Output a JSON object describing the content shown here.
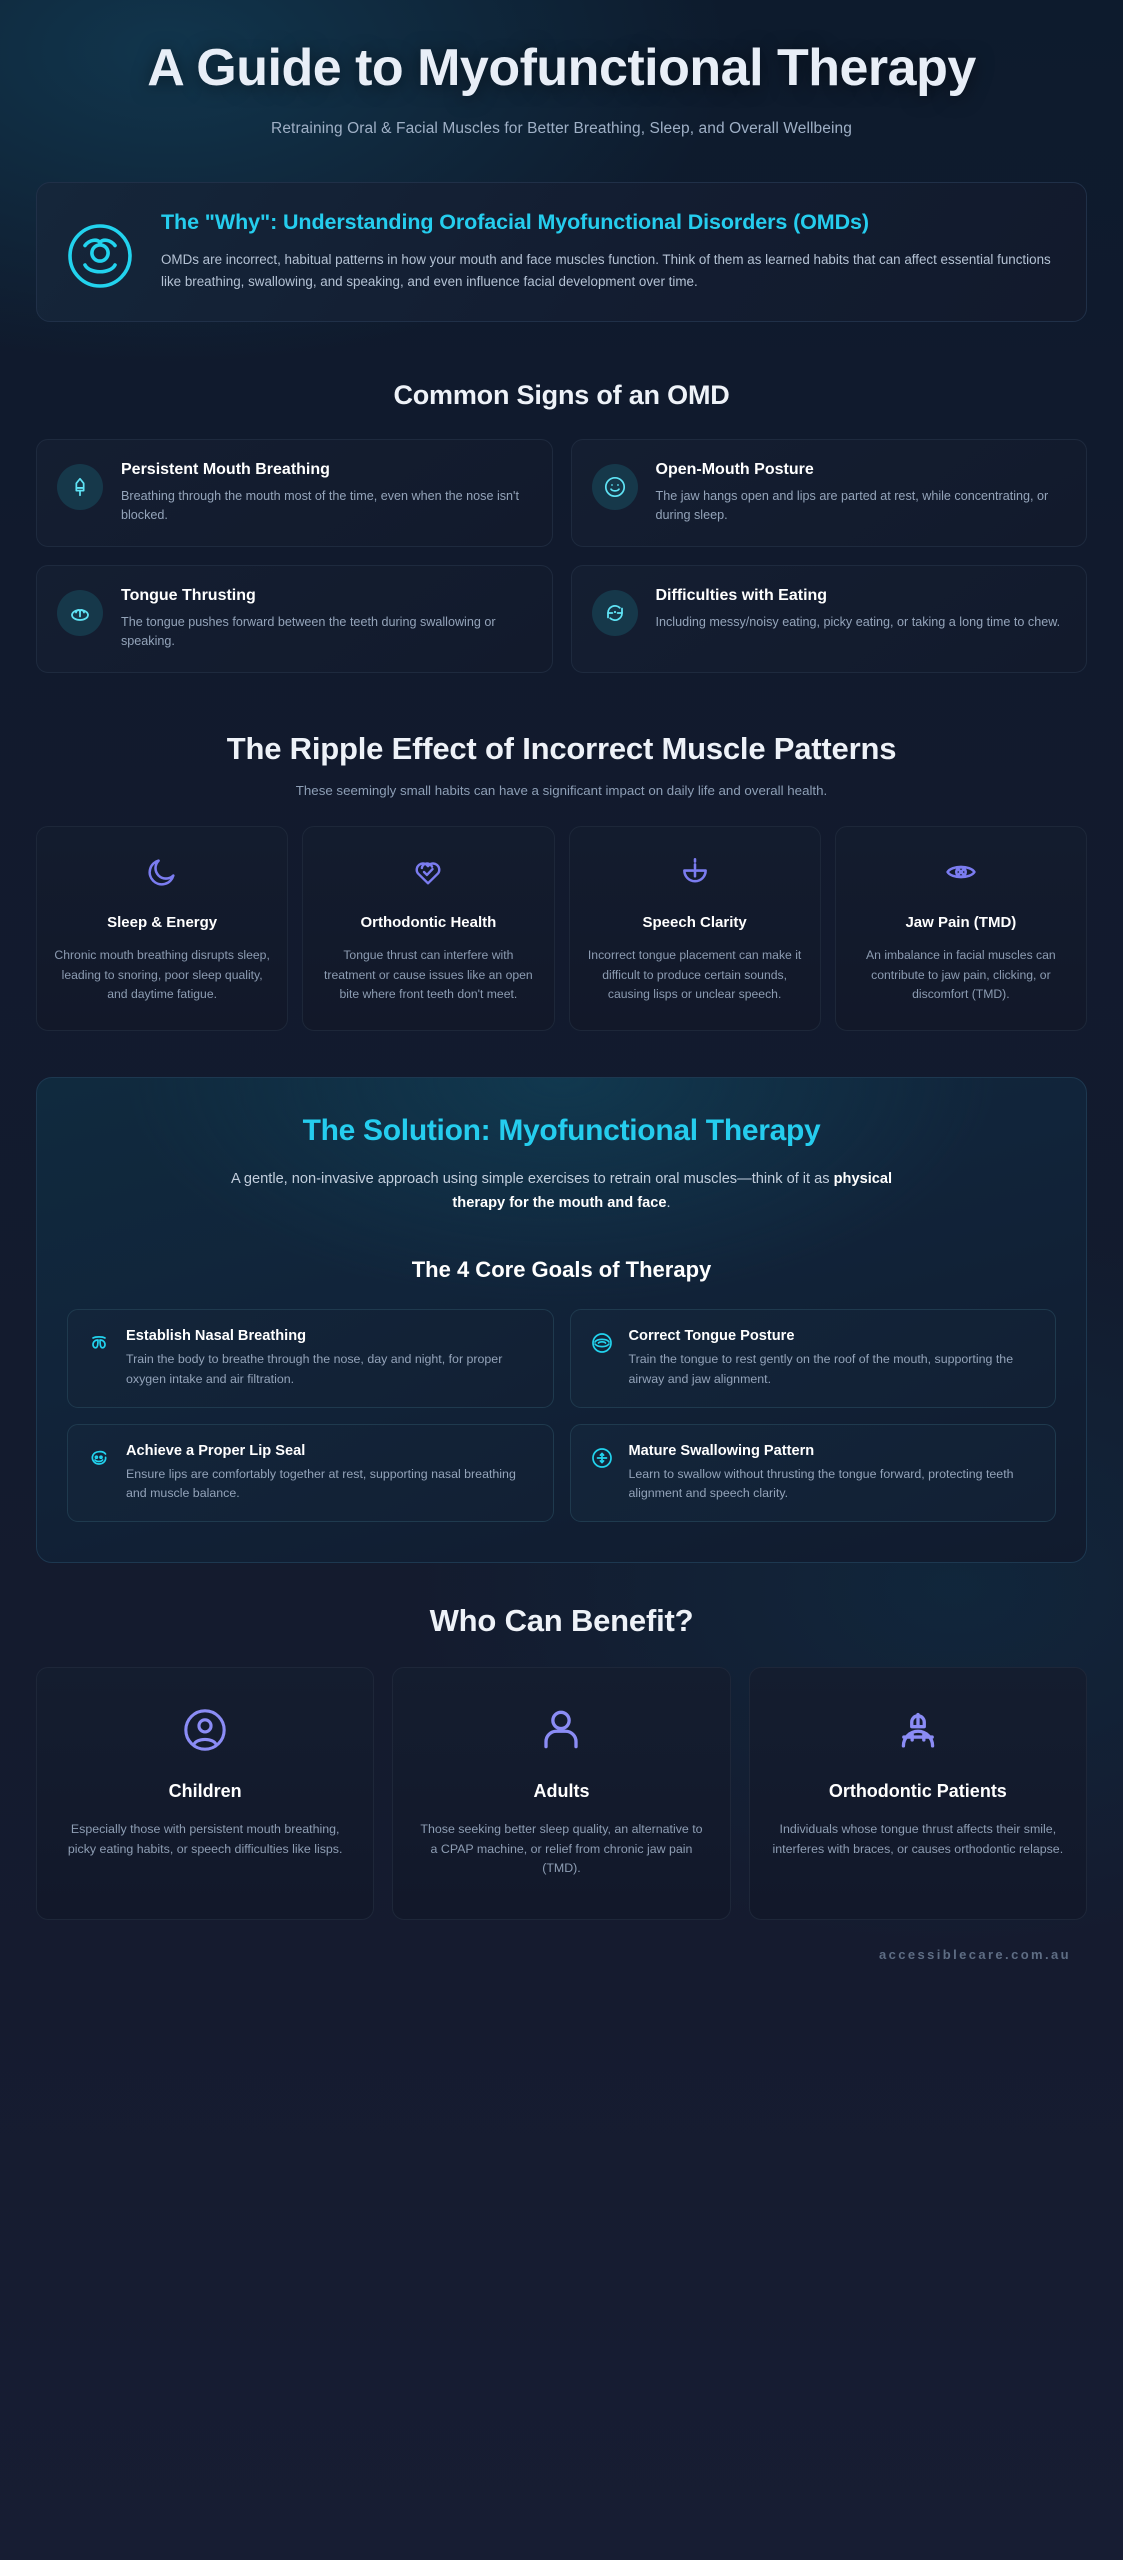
{
  "hero": {
    "title": "A Guide to Myofunctional Therapy",
    "subtitle": "Retraining Oral & Facial Muscles for Better Breathing, Sleep, and Overall Wellbeing"
  },
  "why": {
    "icon": "face-in-circle-icon",
    "title": "The \"Why\": Understanding Orofacial Myofunctional Disorders (OMDs)",
    "text": "OMDs are incorrect, habitual patterns in how your mouth and face muscles function. Think of them as learned habits that can affect essential functions like breathing, swallowing, and speaking, and even influence facial development over time.",
    "accent": "#25cdee"
  },
  "signs": {
    "heading": "Common Signs of an OMD",
    "items": [
      {
        "icon": "nose-breathing-icon",
        "title": "Persistent Mouth Breathing",
        "text": "Breathing through the mouth most of the time, even when the nose isn't blocked."
      },
      {
        "icon": "open-mouth-smiley-icon",
        "title": "Open-Mouth Posture",
        "text": "The jaw hangs open and lips are parted at rest, while concentrating, or during sleep."
      },
      {
        "icon": "tongue-icon",
        "title": "Tongue Thrusting",
        "text": "The tongue pushes forward between the teeth during swallowing or speaking."
      },
      {
        "icon": "refresh-chew-icon",
        "title": "Difficulties with Eating",
        "text": "Including messy/noisy eating, picky eating, or taking a long time to chew."
      }
    ]
  },
  "ripple": {
    "heading": "The Ripple Effect of Incorrect Muscle Patterns",
    "subheading": "These seemingly small habits can have a significant impact on daily life and overall health.",
    "accent": "#7b7cf0",
    "items": [
      {
        "icon": "moon-icon",
        "title": "Sleep & Energy",
        "text": "Chronic mouth breathing disrupts sleep, leading to snoring, poor sleep quality, and daytime fatigue."
      },
      {
        "icon": "heart-check-icon",
        "title": "Orthodontic Health",
        "text": "Tongue thrust can interfere with treatment or cause issues like an open bite where front teeth don't meet."
      },
      {
        "icon": "speech-bowl-icon",
        "title": "Speech Clarity",
        "text": "Incorrect tongue placement can make it difficult to produce certain sounds, causing lisps or unclear speech."
      },
      {
        "icon": "eye-target-icon",
        "title": "Jaw Pain (TMD)",
        "text": "An imbalance in facial muscles can contribute to jaw pain, clicking, or discomfort (TMD)."
      }
    ]
  },
  "solution": {
    "title": "The Solution: Myofunctional Therapy",
    "lead_plain_1": "A gentle, non-invasive approach using simple exercises to retrain oral muscles—think of it as ",
    "lead_bold": "physical therapy for the mouth and face",
    "lead_plain_2": ".",
    "goals_heading": "The 4 Core Goals of Therapy",
    "accent": "#25cdee",
    "goals": [
      {
        "icon": "nose-icon",
        "title": "Establish Nasal Breathing",
        "text": "Train the body to breathe through the nose, day and night, for proper oxygen intake and air filtration."
      },
      {
        "icon": "tongue-roof-icon",
        "title": "Correct Tongue Posture",
        "text": "Train the tongue to rest gently on the roof of the mouth, supporting the airway and jaw alignment."
      },
      {
        "icon": "lips-seal-icon",
        "title": "Achieve a Proper Lip Seal",
        "text": "Ensure lips are comfortably together at rest, supporting nasal breathing and muscle balance."
      },
      {
        "icon": "swallow-arrows-icon",
        "title": "Mature Swallowing Pattern",
        "text": "Learn to swallow without thrusting the tongue forward, protecting teeth alignment and speech clarity."
      }
    ]
  },
  "benefit": {
    "heading": "Who Can Benefit?",
    "accent": "#8b8cf5",
    "items": [
      {
        "icon": "child-avatar-icon",
        "title": "Children",
        "text": "Especially those with persistent mouth breathing, picky eating habits, or speech difficulties like lisps."
      },
      {
        "icon": "adult-avatar-icon",
        "title": "Adults",
        "text": "Those seeking better sleep quality, an alternative to a CPAP machine, or relief from chronic jaw pain (TMD)."
      },
      {
        "icon": "braces-patient-icon",
        "title": "Orthodontic Patients",
        "text": "Individuals whose tongue thrust affects their smile, interferes with braces, or causes orthodontic relapse."
      }
    ]
  },
  "footer": {
    "site": "accessiblecare.com.au"
  }
}
